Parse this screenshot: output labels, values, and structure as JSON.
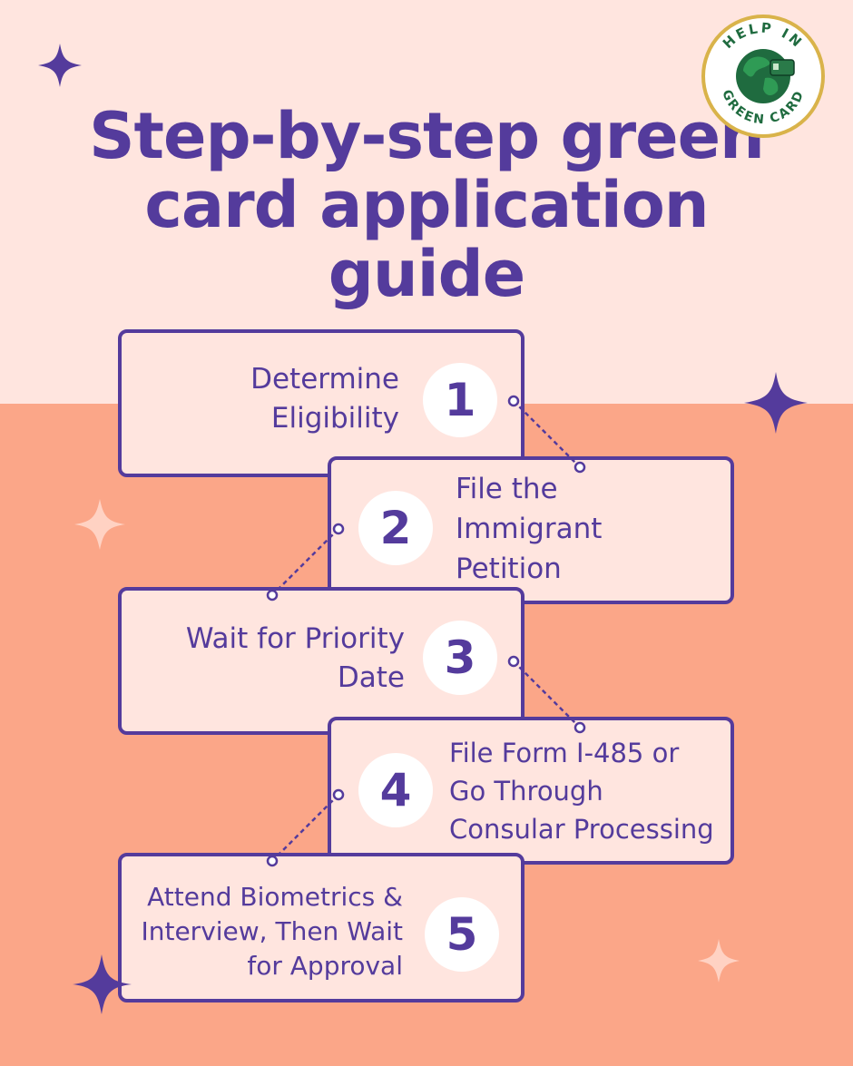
{
  "title_lines": [
    "Step-by-step green",
    "card application",
    "guide"
  ],
  "steps": [
    {
      "number": "1",
      "lines": [
        "Determine",
        "Eligibility"
      ]
    },
    {
      "number": "2",
      "lines": [
        "File the",
        "Immigrant",
        "Petition"
      ]
    },
    {
      "number": "3",
      "lines": [
        "Wait for Priority",
        "Date"
      ]
    },
    {
      "number": "4",
      "lines": [
        "File Form I-485 or",
        "Go Through",
        "Consular Processing"
      ]
    },
    {
      "number": "5",
      "lines": [
        "Attend Biometrics &",
        "Interview, Then Wait",
        "for Approval"
      ]
    }
  ],
  "logo": {
    "top_text": "HELP IN",
    "bottom_text": "GREEN CARD"
  },
  "colors": {
    "purple": "#543b9c",
    "peach_light": "#ffe5df",
    "salmon": "#fba688",
    "gold": "#d9b34a"
  }
}
